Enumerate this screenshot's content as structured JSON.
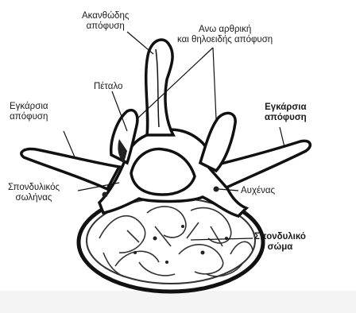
{
  "labels": {
    "spinous_process": [
      "Ακανθώδης",
      "απόφυση"
    ],
    "superior_articular": [
      "Ανω αρθρική",
      "και θηλοειδής απόφυση"
    ],
    "lamina": [
      "Πέταλο"
    ],
    "transverse_left": [
      "Εγκάρσια",
      "απόφυση"
    ],
    "transverse_right": [
      "Εγκάρσια",
      "απόφυση"
    ],
    "spinal_canal": [
      "Σπονδυλικός",
      "σωλήνας"
    ],
    "pedicle": [
      "Αυχένας"
    ],
    "vertebral_body": [
      "Σπονδυλικό",
      "σώμα"
    ]
  },
  "colors": {
    "ink": "#1a1a1a",
    "bone": "#ffffff",
    "shade": "#555555"
  }
}
